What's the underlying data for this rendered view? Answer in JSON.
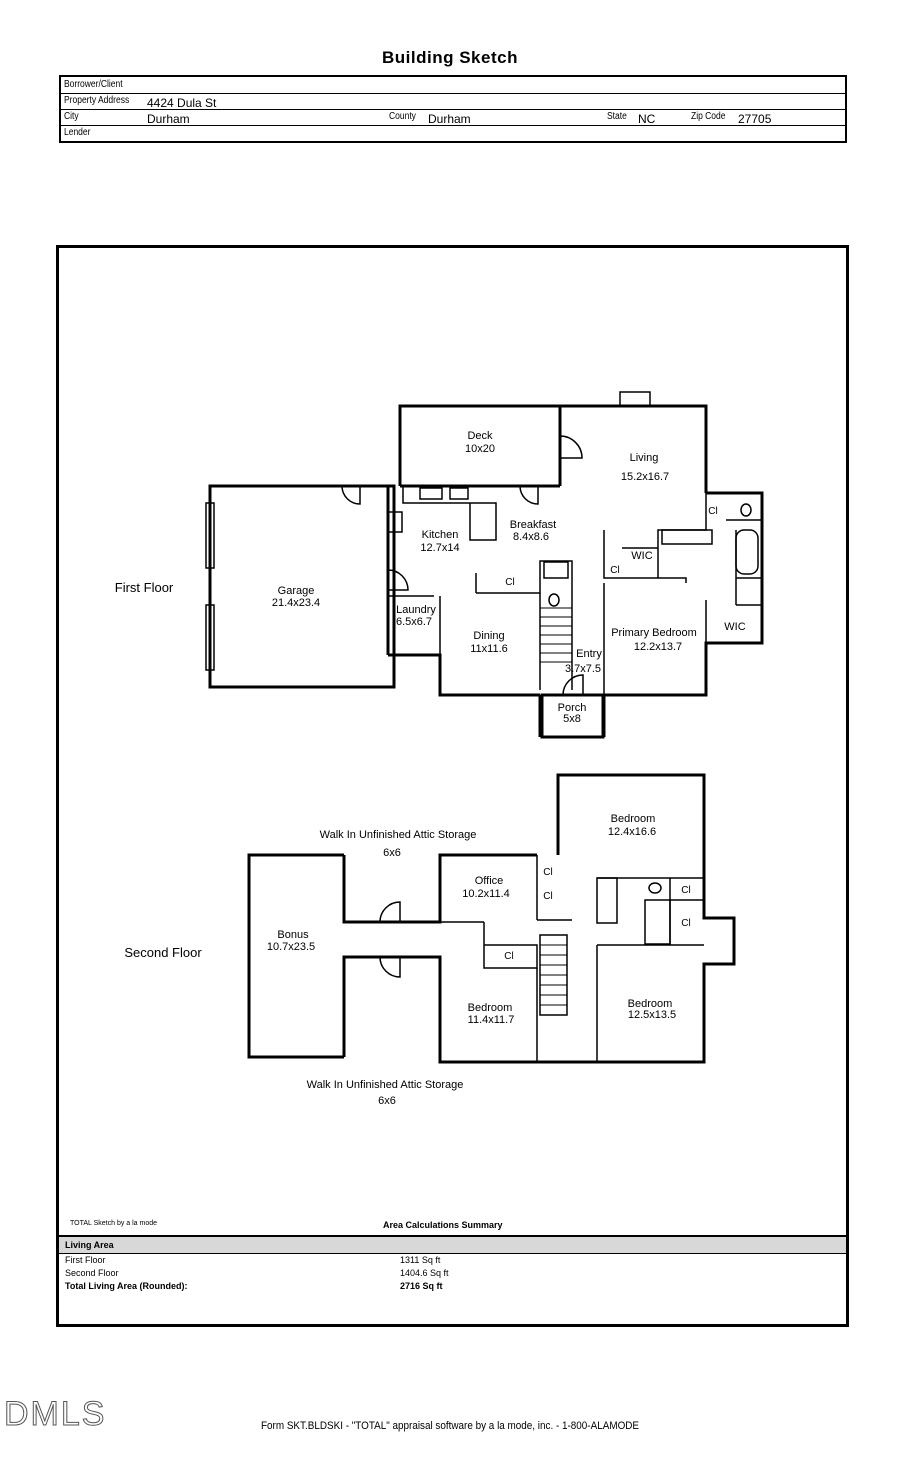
{
  "header": {
    "title": "Building Sketch",
    "borrower_label": "Borrower/Client",
    "borrower_value": "",
    "address_label": "Property Address",
    "address_value": "4424 Dula St",
    "city_label": "City",
    "city_value": "Durham",
    "county_label": "County",
    "county_value": "Durham",
    "state_label": "State",
    "state_value": "NC",
    "zip_label": "Zip Code",
    "zip_value": "27705",
    "lender_label": "Lender",
    "lender_value": ""
  },
  "first_floor": {
    "label": "First Floor",
    "rooms": {
      "deck_name": "Deck",
      "deck_dim": "10x20",
      "living_name": "Living",
      "living_dim": "15.2x16.7",
      "garage_name": "Garage",
      "garage_dim": "21.4x23.4",
      "kitchen_name": "Kitchen",
      "kitchen_dim": "12.7x14",
      "breakfast_name": "Breakfast",
      "breakfast_dim": "8.4x8.6",
      "laundry_name": "Laundry",
      "laundry_dim": "6.5x6.7",
      "dining_name": "Dining",
      "dining_dim": "11x11.6",
      "entry_name": "Entry",
      "entry_dim": "3.7x7.5",
      "primary_name": "Primary Bedroom",
      "primary_dim": "12.2x13.7",
      "porch_name": "Porch",
      "porch_dim": "5x8",
      "wic": "WIC",
      "cl": "Cl"
    }
  },
  "second_floor": {
    "label": "Second Floor",
    "attic_label": "Walk In Unfinished Attic Storage",
    "attic_dim": "6x6",
    "rooms": {
      "bonus_name": "Bonus",
      "bonus_dim": "10.7x23.5",
      "office_name": "Office",
      "office_dim": "10.2x11.4",
      "bed1_name": "Bedroom",
      "bed1_dim": "12.4x16.6",
      "bed2_name": "Bedroom",
      "bed2_dim": "11.4x11.7",
      "bed3_name": "Bedroom",
      "bed3_dim": "12.5x13.5",
      "cl": "Cl"
    }
  },
  "summary": {
    "sketch_credit": "TOTAL Sketch by a la mode",
    "title": "Area Calculations Summary",
    "living_area": "Living Area",
    "rows": [
      {
        "label": "First Floor",
        "value": "1311 Sq ft"
      },
      {
        "label": "Second Floor",
        "value": "1404.6 Sq ft"
      },
      {
        "label": "Total Living Area (Rounded):",
        "value": "2716 Sq ft"
      }
    ]
  },
  "logo": "DMLS",
  "footer": "Form SKT.BLDSKI - \"TOTAL\" appraisal software by a la mode, inc. - 1-800-ALAMODE"
}
